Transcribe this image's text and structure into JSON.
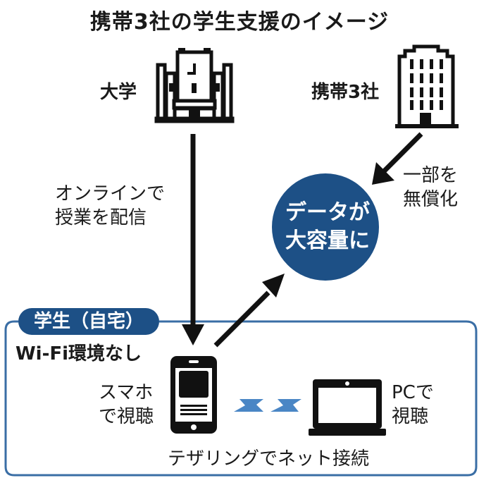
{
  "title": "携帯3社の学生支援のイメージ",
  "colors": {
    "accent_navy": "#1d5086",
    "frame_blue": "#3a6ea5",
    "wave_blue": "#4a86c5",
    "ink": "#111111"
  },
  "nodes": {
    "university": {
      "label": "大学",
      "icon": "university-building-icon"
    },
    "carriers": {
      "label": "携帯3社",
      "icon": "office-building-icon"
    },
    "data_circle": {
      "line1": "データが",
      "line2": "大容量に"
    },
    "student_home": {
      "badge": "学生（自宅）",
      "subtitle": "Wi-Fi環境なし"
    },
    "smartphone": {
      "line1": "スマホ",
      "line2": "で視聴",
      "icon": "smartphone-icon"
    },
    "pc": {
      "line1": "PCで",
      "line2": "視聴",
      "icon": "laptop-icon"
    }
  },
  "edges": {
    "online_class": {
      "line1": "オンラインで",
      "line2": "授業を配信"
    },
    "free_data": {
      "line1": "一部を",
      "line2": "無償化"
    },
    "tethering": "テザリングでネット接続"
  }
}
